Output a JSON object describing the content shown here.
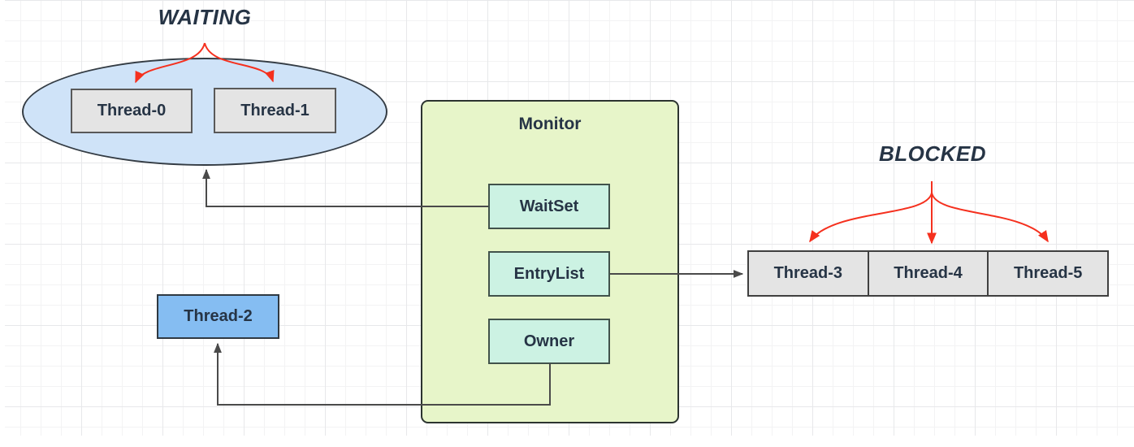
{
  "labels": {
    "waiting": "WAITING",
    "blocked": "BLOCKED"
  },
  "monitor": {
    "title": "Monitor",
    "wait_set": "WaitSet",
    "entry_list": "EntryList",
    "owner": "Owner"
  },
  "threads": {
    "waiting": [
      "Thread-0",
      "Thread-1"
    ],
    "owner": "Thread-2",
    "blocked": [
      "Thread-3",
      "Thread-4",
      "Thread-5"
    ]
  },
  "colors": {
    "canvas_bg": "#ffffff",
    "grid_minor": "#f3f3f4",
    "grid_major": "#e7e8ea",
    "text_dark": "#263445",
    "waiting_ellipse_fill": "#cfe3f8",
    "waiting_ellipse_stroke": "#343c44",
    "thread_box_fill": "#e4e4e4",
    "thread_box_stroke": "#595959",
    "owner_thread_fill": "#85bdf2",
    "owner_thread_stroke": "#2f3942",
    "monitor_fill": "#e7f5c9",
    "monitor_stroke": "#2c3430",
    "monitor_item_fill": "#ccf2e3",
    "monitor_item_stroke": "#41524b",
    "blocked_row_stroke": "#3f3f3f",
    "arrow_red": "#f5301e",
    "connector_gray": "#4a4a4a"
  }
}
